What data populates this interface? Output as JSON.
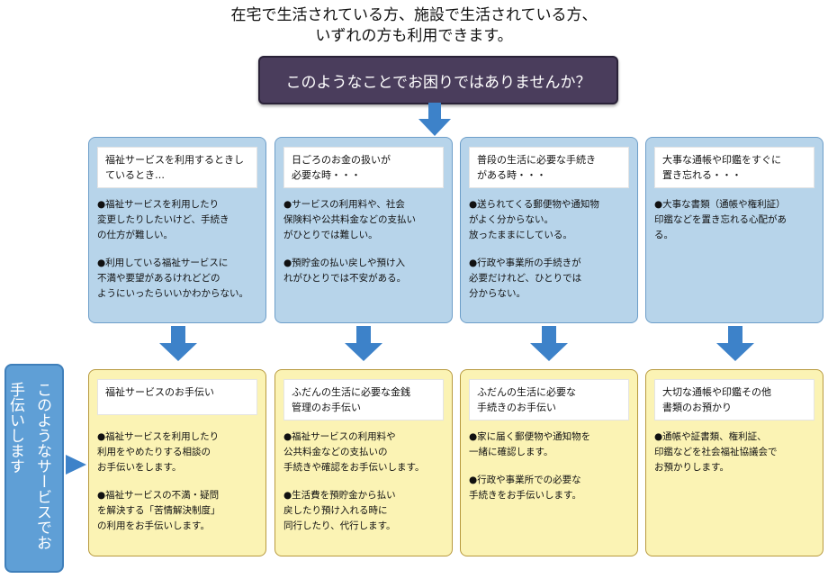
{
  "intro": {
    "line1": "在宅で生活されている方、施設で生活されている方、",
    "line2": "いずれの方も利用できます。"
  },
  "question_banner": "このようなことでお困りではありませんか？",
  "side_label": "このようなサービスでお手伝いします",
  "colors": {
    "banner": "#4a3d5c",
    "problem_box": "#b7d4ea",
    "service_box": "#fbf3b4",
    "arrow": "#3d82c9",
    "side_label": "#5f9fd6"
  },
  "problems": [
    {
      "title": "福祉サービスを利用するときしているとき…",
      "items": [
        "●福祉サービスを利用したり\n変更したりしたいけど、手続き\nの仕方が難しい。",
        "●利用している福祉サービスに\n不満や要望があるけれどどの\nようにいったらいいかわからない。"
      ]
    },
    {
      "title": "日ごろのお金の扱いが\n必要な時・・・",
      "items": [
        "●サービスの利用料や、社会\n保険料や公共料金などの支払い\nがひとりでは難しい。",
        "●預貯金の払い戻しや預け入\nれがひとりでは不安がある。"
      ]
    },
    {
      "title": "普段の生活に必要な手続き\nがある時・・・",
      "items": [
        "●送られてくる郵便物や通知物\nがよく分からない。\n放ったままにしている。",
        "●行政や事業所の手続きが\n必要だけれど、ひとりでは\n分からない。"
      ]
    },
    {
      "title": "大事な通帳や印鑑をすぐに\n置き忘れる・・・",
      "items": [
        "●大事な書類（通帳や権利証）\n印鑑などを置き忘れる心配があ\nる。"
      ]
    }
  ],
  "services": [
    {
      "title": "福祉サービスのお手伝い",
      "items": [
        "●福祉サービスを利用したり\n利用をやめたりする相談の\nお手伝いをします。",
        "●福祉サービスの不満・疑問\nを解決する「苦情解決制度」\nの利用をお手伝いします。"
      ]
    },
    {
      "title": "ふだんの生活に必要な金銭\n管理のお手伝い",
      "items": [
        "●福祉サービスの利用料や\n公共料金などの支払いの\n手続きや確認をお手伝いします。",
        "●生活費を預貯金から払い\n戻したり預け入れる時に\n同行したり、代行します。"
      ]
    },
    {
      "title": "ふだんの生活に必要な\n手続きのお手伝い",
      "items": [
        "●家に届く郵便物や通知物を\n一緒に確認します。",
        "●行政や事業所での必要な\n手続きをお手伝いします。"
      ]
    },
    {
      "title": "大切な通帳や印鑑その他\n書類のお預かり",
      "items": [
        "●通帳や証書類、権利証、\n印鑑などを社会福祉協議会で\nお預かりします。"
      ]
    }
  ]
}
